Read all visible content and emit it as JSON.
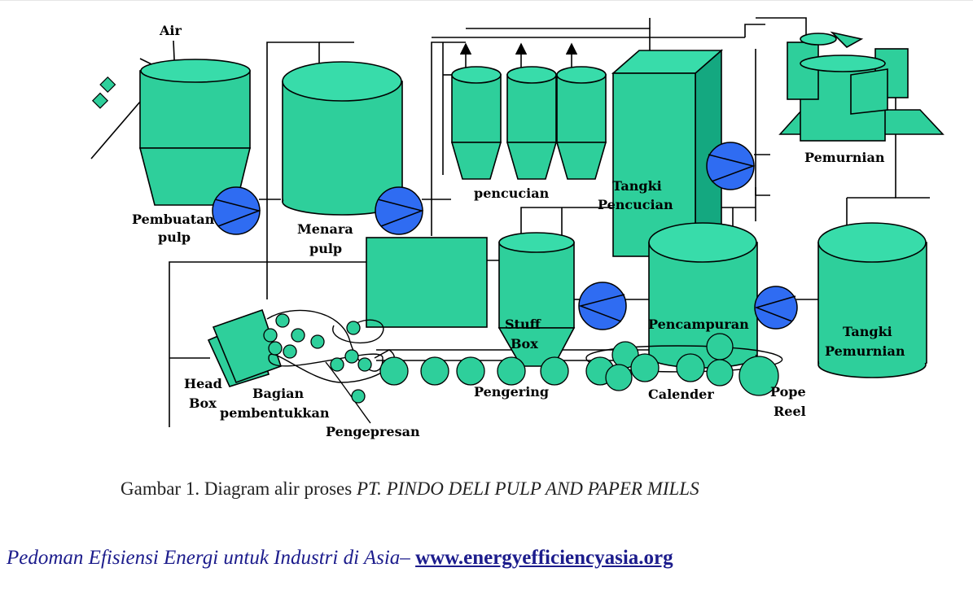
{
  "labels": {
    "air": "Air",
    "pembuatan_1": "Pembuatan",
    "pembuatan_2": "pulp",
    "menara_1": "Menara",
    "menara_2": "pulp",
    "pencucian": "pencucian",
    "tangki_pencucian_1": "Tangki",
    "tangki_pencucian_2": "Pencucian",
    "pemurnian": "Pemurnian",
    "stuff_1": "Stuff",
    "stuff_2": "Box",
    "pencampuran": "Pencampuran",
    "tangki_pemurnian_1": "Tangki",
    "tangki_pemurnian_2": "Pemurnian",
    "head_box_1": "Head",
    "head_box_2": "Box",
    "bagian_1": "Bagian",
    "bagian_2": "pembentukkan",
    "pengepresan": "Pengepresan",
    "pengering": "Pengering",
    "calender": "Calender",
    "pope_1": "Pope",
    "pope_2": "Reel"
  },
  "caption": {
    "prefix": "Gambar 1. Diagram alir proses ",
    "company": "PT. PINDO DELI PULP AND PAPER MILLS"
  },
  "footer": {
    "text": "Pedoman Efisiensi Energi untuk Industri di Asia– ",
    "link": "www.energyefficiencyasia.org"
  },
  "colors": {
    "equipment": "#2ecf9b",
    "equipment_top": "#38dcaa",
    "equipment_side": "#14a880",
    "pump": "#2f6cf2",
    "caption": "#222222",
    "footer": "#1c1c8c"
  }
}
